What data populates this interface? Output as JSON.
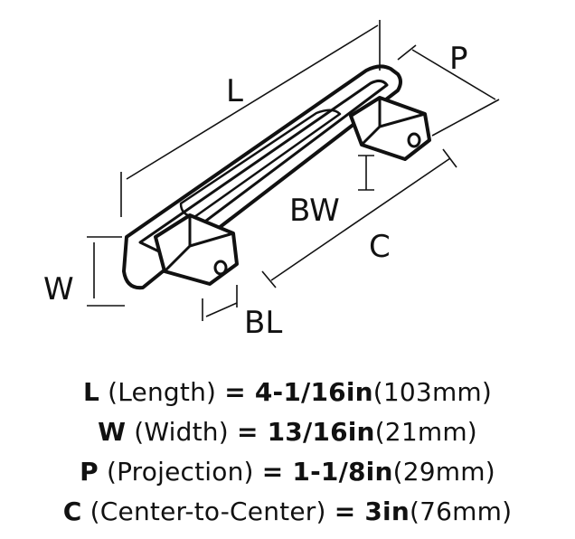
{
  "diagram": {
    "labels": {
      "L": "L",
      "P": "P",
      "BW": "BW",
      "C": "C",
      "W": "W",
      "BL": "BL"
    }
  },
  "specs": [
    {
      "letter": "L",
      "name": "(Length)",
      "value": "= 4-1/16in",
      "metric": "(103mm)"
    },
    {
      "letter": "W",
      "name": "(Width)",
      "value": "= 13/16in",
      "metric": "(21mm)"
    },
    {
      "letter": "P",
      "name": "(Projection)",
      "value": "= 1-1/8in",
      "metric": "(29mm)"
    },
    {
      "letter": "C",
      "name": "(Center-to-Center)",
      "value": "= 3in",
      "metric": "(76mm)"
    }
  ]
}
